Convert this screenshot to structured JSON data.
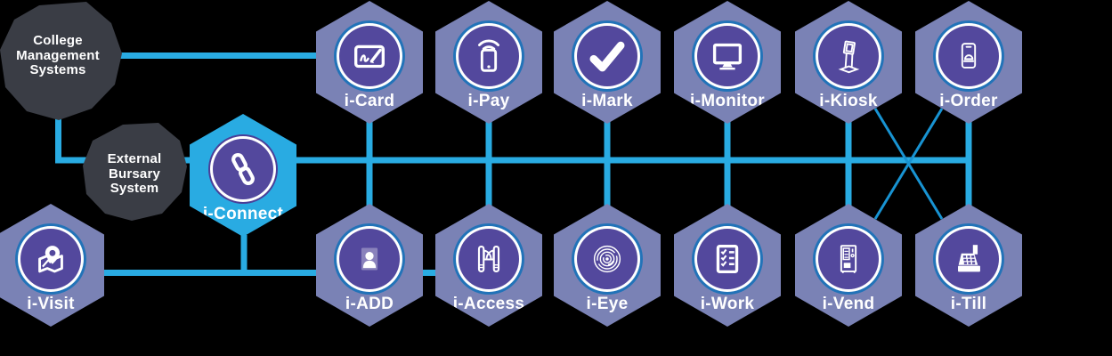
{
  "diagram": {
    "background": "#000000",
    "line_color": "#29ABE2",
    "diagonal_line_color": "#1893D2",
    "node_fill": "#7A82B5",
    "hub_fill": "#29ABE2",
    "circle_fill": "#53489D",
    "circle_ring": "#2273B8",
    "blob_fill": "#3A3D45",
    "label_color": "#FFFFFF"
  },
  "external_systems": [
    {
      "id": "college-management-systems",
      "lines": [
        "College",
        "Management",
        "Systems"
      ]
    },
    {
      "id": "external-bursary-system",
      "lines": [
        "External",
        "Bursary",
        "System"
      ]
    }
  ],
  "hub": {
    "label": "i-Connect",
    "icon": "chain-link-icon"
  },
  "nodes": {
    "top": [
      {
        "label": "i-Card",
        "icon": "signature-card-icon"
      },
      {
        "label": "i-Pay",
        "icon": "phone-wifi-icon"
      },
      {
        "label": "i-Mark",
        "icon": "checkmark-icon"
      },
      {
        "label": "i-Monitor",
        "icon": "monitor-icon"
      },
      {
        "label": "i-Kiosk",
        "icon": "kiosk-icon"
      },
      {
        "label": "i-Order",
        "icon": "order-phone-icon"
      }
    ],
    "bottom": [
      {
        "label": "i-Visit",
        "icon": "map-pin-icon"
      },
      {
        "label": "i-ADD",
        "icon": "id-photo-icon"
      },
      {
        "label": "i-Access",
        "icon": "turnstile-icon"
      },
      {
        "label": "i-Eye",
        "icon": "iris-scan-icon"
      },
      {
        "label": "i-Work",
        "icon": "checklist-icon"
      },
      {
        "label": "i-Vend",
        "icon": "vending-machine-icon"
      },
      {
        "label": "i-Till",
        "icon": "cash-register-icon"
      }
    ]
  }
}
